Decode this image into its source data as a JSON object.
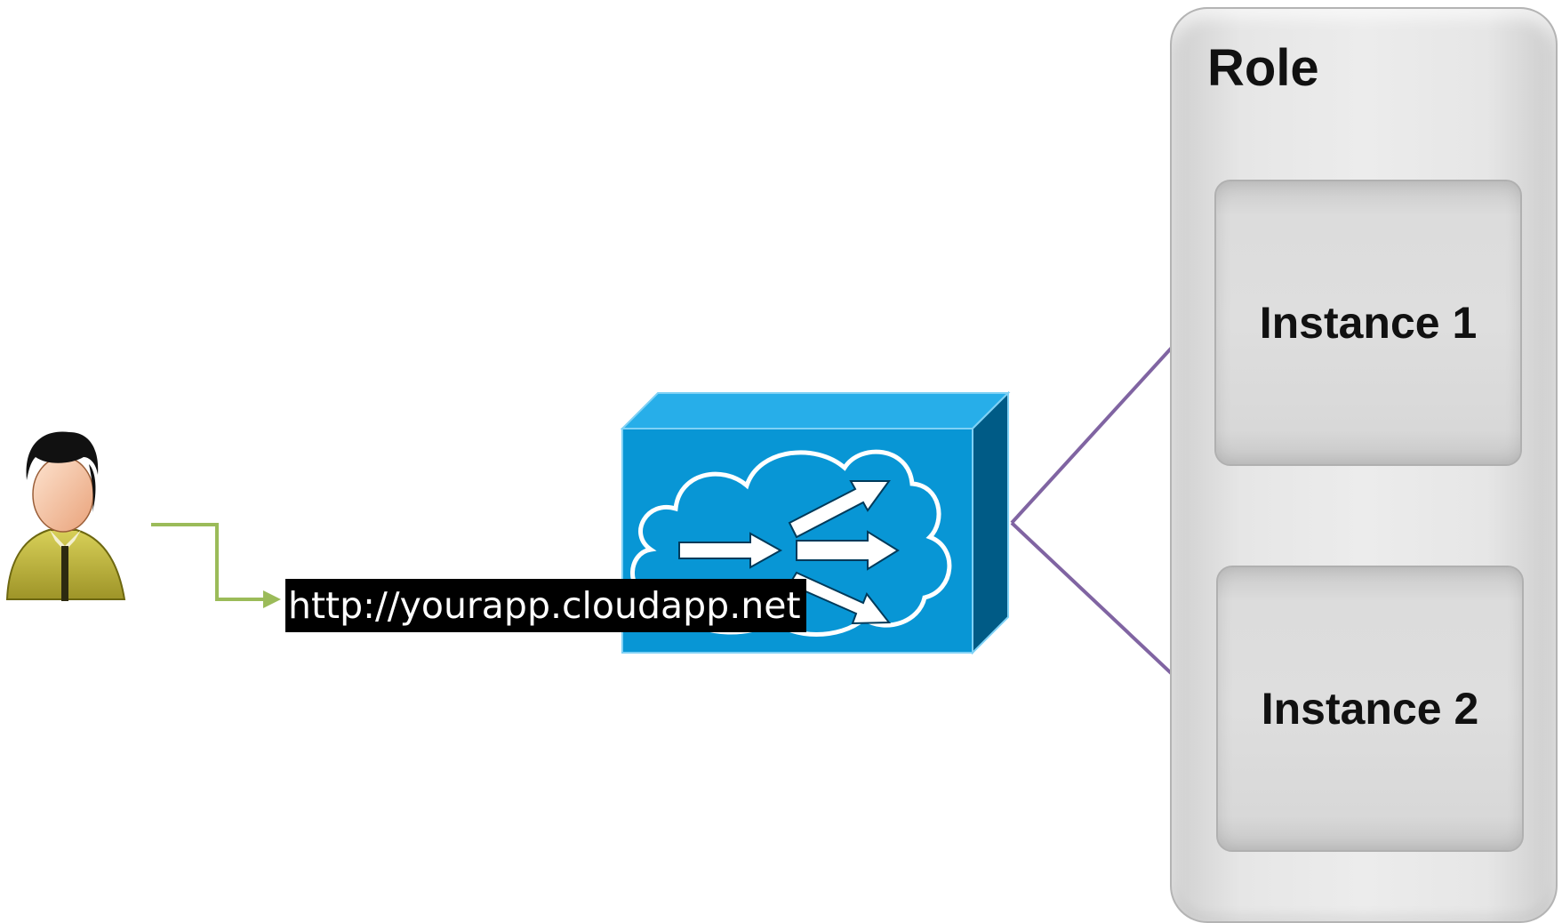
{
  "role": {
    "title": "Role",
    "instances": [
      {
        "label": "Instance 1"
      },
      {
        "label": "Instance 2"
      }
    ]
  },
  "request": {
    "url": "http://yourapp.cloudapp.net"
  },
  "icons": {
    "user": "user-icon",
    "load_balancer": "load-balancer-icon"
  },
  "colors": {
    "user_arrow": "#9bbb59",
    "balancer_arrows": "#8064a2",
    "load_balancer_front": "#0896d5",
    "load_balancer_top": "#27aee9",
    "load_balancer_side": "#005b86"
  }
}
